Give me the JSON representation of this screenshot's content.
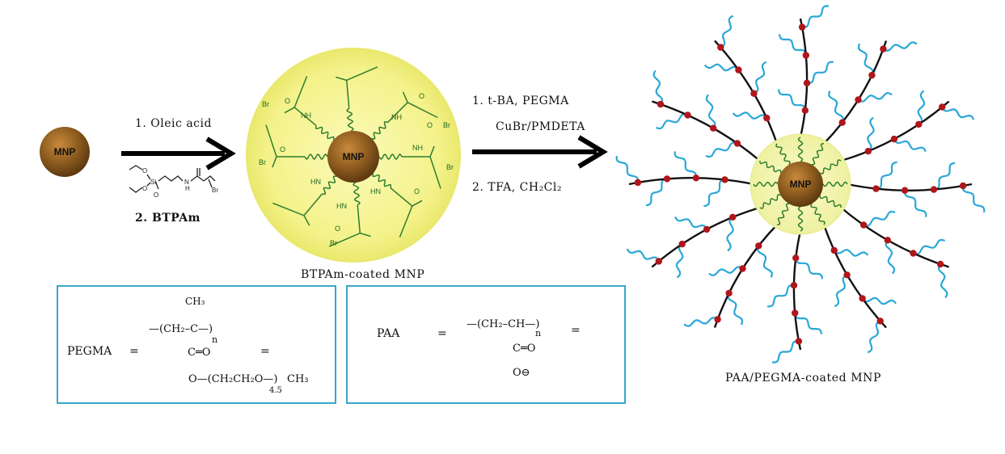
{
  "mnp_label": "MNP",
  "step1": {
    "line1": "1. Oleic acid",
    "line2": "2. BTPAm",
    "reagent_group_labels": [
      "O",
      "O",
      "Si",
      "O",
      "N",
      "H",
      "Br"
    ]
  },
  "step2": {
    "line1": "1. t-BA, PEGMA",
    "line2": "CuBr/PMDETA",
    "line3": "2. TFA, CH₂Cl₂"
  },
  "captions": {
    "btpam": "BTPAm-coated MNP",
    "final": "PAA/PEGMA-coated MNP"
  },
  "btpam_group_labels": [
    "Br",
    "NH",
    "O",
    "HN",
    "Br",
    "O",
    "HN",
    "O",
    "Br",
    "NH",
    "O",
    "HN",
    "O",
    "Br",
    "NH",
    "O",
    "Br"
  ],
  "legend": {
    "pegma": {
      "name": "PEGMA",
      "equals": "=",
      "ch3": "CH₃",
      "backbone": "—(CH₂–C—)",
      "n": "n",
      "co": "C═O",
      "side": "O—(CH₂CH₂O—)",
      "sub": "4.5",
      "end": "CH₃",
      "equals2": "=",
      "symbol": "wavy-blue-line-icon"
    },
    "paa": {
      "name": "PAA",
      "equals": "=",
      "backbone": "—(CH₂–CH—)",
      "n": "n",
      "co": "C═O",
      "ominus": "O⊖",
      "equals2": "=",
      "symbol": "red-dot-icon"
    }
  },
  "colors": {
    "mnp": "#8b5a1e",
    "shell": "#f6f59a",
    "green_chain": "#2e7d2e",
    "pegma_blue": "#2aa7d8",
    "paa_red": "#b0161b",
    "box_border": "#3aa6c9"
  }
}
